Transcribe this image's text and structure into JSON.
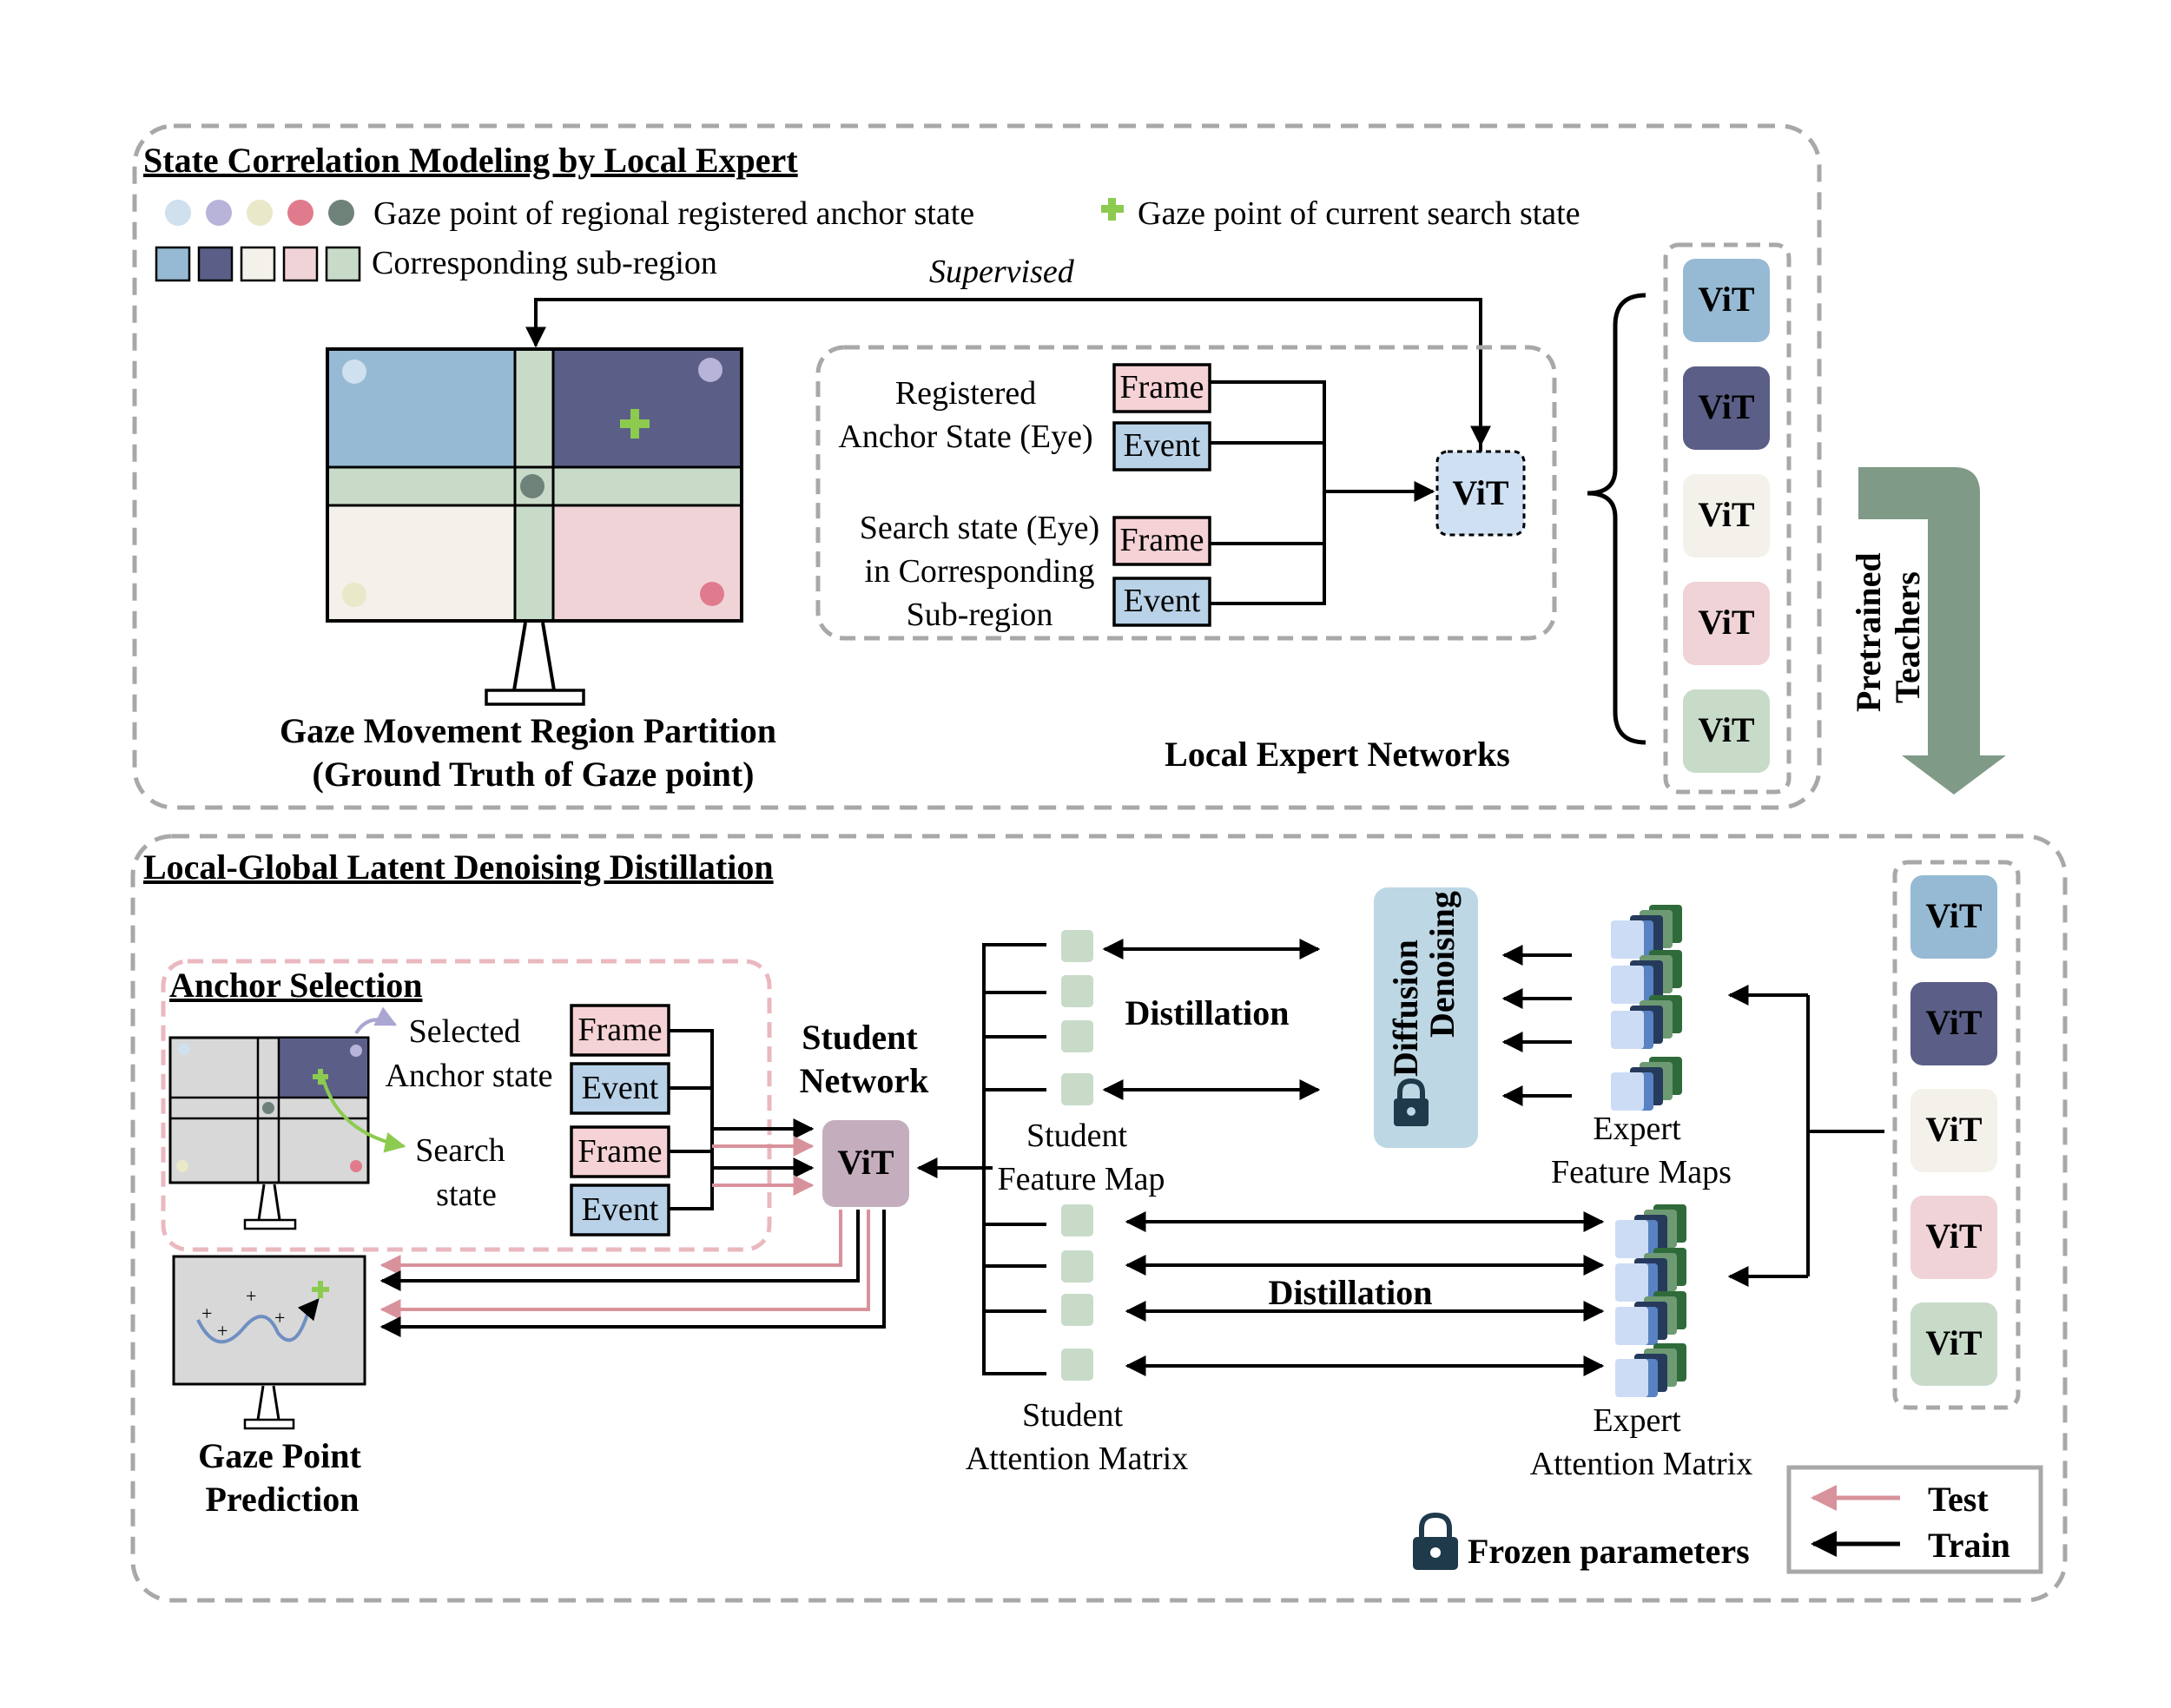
{
  "top": {
    "title": "State Correlation Modeling by Local Expert",
    "legend_gaze_anchor": "Gaze point of regional registered anchor state",
    "legend_gaze_current": "Gaze point of current search state",
    "legend_subregion": "Corresponding sub-region",
    "supervised": "Supervised",
    "partition_line1": "Gaze Movement Region Partition",
    "partition_line2": "(Ground Truth of Gaze point)",
    "registered_line1": "Registered",
    "registered_line2": "Anchor State (Eye)",
    "search_line1": "Search state (Eye)",
    "search_line2": "in Corresponding",
    "search_line3": "Sub-region",
    "frame": "Frame",
    "event": "Event",
    "vit": "ViT",
    "local_expert": "Local Expert Networks",
    "pretrained_line1": "Pretrained",
    "pretrained_line2": "Teachers"
  },
  "bottom": {
    "title": "Local-Global Latent Denoising Distillation",
    "anchor_selection": "Anchor Selection",
    "selected_line1": "Selected",
    "selected_line2": "Anchor state",
    "search_line1": "Search",
    "search_line2": "state",
    "frame": "Frame",
    "event": "Event",
    "student_line1": "Student",
    "student_line2": "Network",
    "vit": "ViT",
    "distillation": "Distillation",
    "diffusion_line1": "Diffusion",
    "diffusion_line2": "Denoising",
    "student_fm_line1": "Student",
    "student_fm_line2": "Feature Map",
    "expert_fm_line1": "Expert",
    "expert_fm_line2": "Feature Maps",
    "student_am_line1": "Student",
    "student_am_line2": "Attention Matrix",
    "expert_am_line1": "Expert",
    "expert_am_line2": "Attention Matrix",
    "gaze_pred_line1": "Gaze Point",
    "gaze_pred_line2": "Prediction",
    "frozen": "Frozen parameters",
    "test": "Test",
    "train": "Train"
  },
  "colors": {
    "region_blue": "#96bad3",
    "region_navy": "#5b5f87",
    "region_cream": "#f3f1ea",
    "region_pink": "#f0d3d7",
    "region_green": "#c8dbc9",
    "frame_fill": "#f5d2d5",
    "event_fill": "#b9d2e8",
    "vit_blue": "#96bad3",
    "vit_navy": "#5b5f87",
    "vit_cream": "#f3f1ea",
    "vit_pink": "#f0d3d7",
    "vit_green": "#c8dbc9",
    "student_vit": "#c4aebd",
    "diffusion": "#bdd7e4",
    "test_arrow": "#d8929b",
    "big_arrow": "#7f9a87",
    "plus_green": "#8ccb4f"
  }
}
